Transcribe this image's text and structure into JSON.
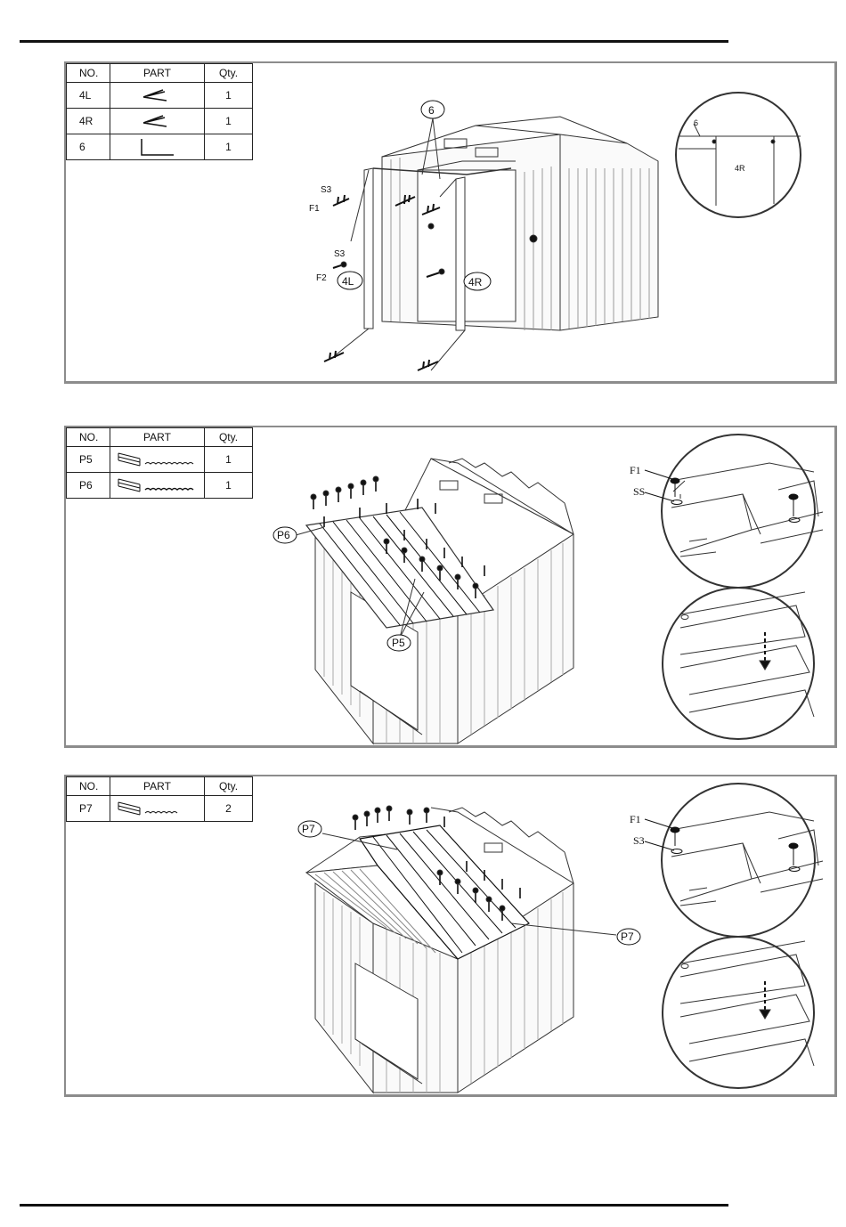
{
  "table_headers": {
    "no": "NO.",
    "part": "PART",
    "qty": "Qty."
  },
  "panels": [
    {
      "rows": [
        {
          "no": "4L",
          "qty": "1",
          "icon": "angle-bracket-icon"
        },
        {
          "no": "4R",
          "qty": "1",
          "icon": "angle-bracket-icon"
        },
        {
          "no": "6",
          "qty": "1",
          "icon": "l-channel-icon"
        }
      ],
      "callouts": {
        "c6": "6",
        "s3a": "S3",
        "f1": "F1",
        "s3b": "S3",
        "f2": "F2",
        "l4": "4L",
        "r4": "4R",
        "detail6": "6",
        "detail4r": "4R"
      }
    },
    {
      "rows": [
        {
          "no": "P5",
          "qty": "1",
          "icon": "roof-panel-icon"
        },
        {
          "no": "P6",
          "qty": "1",
          "icon": "roof-panel-icon"
        }
      ],
      "callouts": {
        "p6": "P6",
        "p5": "P5",
        "f1": "F1",
        "ss": "SS"
      }
    },
    {
      "rows": [
        {
          "no": "P7",
          "qty": "2",
          "icon": "roof-panel-icon"
        }
      ],
      "callouts": {
        "p7a": "P7",
        "p7b": "P7",
        "f1": "F1",
        "s3": "S3"
      }
    }
  ]
}
